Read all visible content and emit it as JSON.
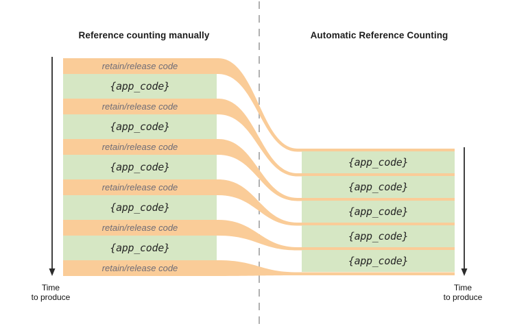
{
  "left_panel": {
    "title": "Reference counting manually",
    "retain_release_labels": [
      "retain/release code",
      "retain/release code",
      "retain/release code",
      "retain/release code",
      "retain/release code",
      "retain/release code"
    ],
    "app_code_labels": [
      "{app_code}",
      "{app_code}",
      "{app_code}",
      "{app_code}",
      "{app_code}"
    ],
    "time_label": {
      "line1": "Time",
      "line2": "to produce"
    }
  },
  "right_panel": {
    "title": "Automatic Reference Counting",
    "app_code_labels": [
      "{app_code}",
      "{app_code}",
      "{app_code}",
      "{app_code}",
      "{app_code}"
    ],
    "time_label": {
      "line1": "Time",
      "line2": "to produce"
    }
  },
  "colors": {
    "retain_release_band": "#FACC98",
    "app_code_band": "#D6E7C4",
    "retain_release_text": "#6E6C77",
    "app_code_text": "#262626",
    "divider_dash": "#B0B0B0",
    "time_axis": "#2B2B2B"
  }
}
